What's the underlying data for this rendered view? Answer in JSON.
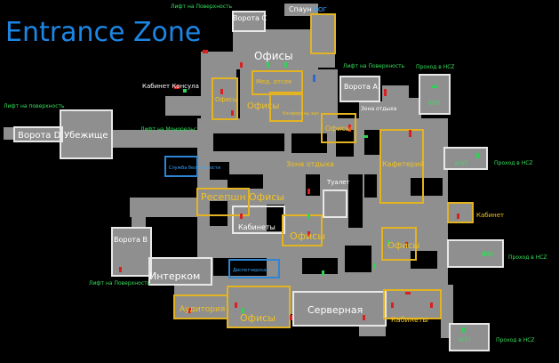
{
  "map": {
    "title": "Entrance Zone",
    "labels": {
      "gate_c": "Ворота C",
      "spawn": "Спаун",
      "spawn_suffix": "МОГ",
      "surface_lift_top": "Лифт на Поверхность",
      "surface_lift_right": "Лифт на Поверхность",
      "surface_lift_left": "Лифт на поверхность",
      "surface_lift_bottom": "Лифт на Поверхность",
      "consul_office": "Кабинет Консула",
      "offices_top": "Офисы",
      "medbay": "Мед. отсек",
      "offices_left": "Офисы",
      "offices_mid": "Офисы",
      "conference": "Конференц зал",
      "gate_a": "Ворота A",
      "rest_zone_small": "Зона отдыха",
      "hcz_1": "Проход в HCZ",
      "hcz_2": "Проход в HCZ",
      "hcz_3": "Проход в HCZ",
      "hcz_4": "Проход в HCZ",
      "checkpoint_1": "КПП",
      "checkpoint_2": "КПП",
      "checkpoint_3": "КПП",
      "checkpoint_4": "КПП",
      "gate_d": "Ворота D",
      "shelter": "Убежище",
      "monorail_lift": "Лифт на Монорельс",
      "offices_right": "Офисы",
      "rest_zone": "Зона отдыха",
      "cafeteria": "Кафетерий",
      "security": "Служба безопасности",
      "toilet": "Туалет",
      "reception": "Ресепшн",
      "offices_reception": "Офисы",
      "cabinet": "Кабинет",
      "cabinets_mid": "Кабинеты",
      "gate_b": "Ворота B",
      "offices_lower": "Офисы",
      "offices_lower_right": "Офисы",
      "intercom": "Интерком",
      "control_room": "Диспетчерская",
      "auditorium": "Аудитория",
      "offices_bottom": "Офисы",
      "server_room": "Серверная",
      "cabinets_bottom": "Кабинеты"
    },
    "colors": {
      "background": "#000000",
      "corridor": "#8f8f8f",
      "title": "#1c86e4",
      "room_border_white": "#e8e8e8",
      "room_border_yellow": "#e3b321",
      "room_border_blue": "#2d85d6",
      "label_white": "#ffffff",
      "label_yellow": "#f2c31f",
      "label_green": "#35e05b",
      "door_red": "#d92020",
      "door_green": "#33d05a",
      "door_blue": "#2e66d8"
    }
  }
}
